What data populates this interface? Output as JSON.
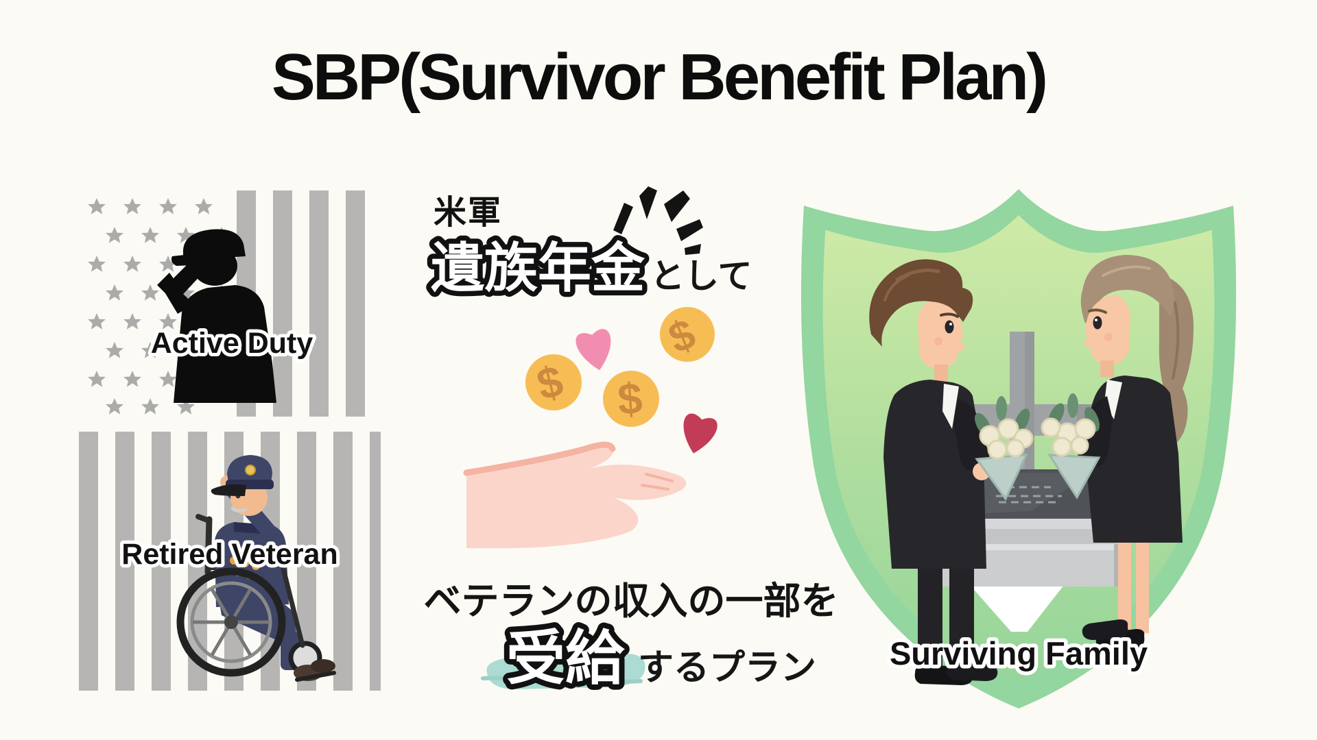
{
  "title": "SBP(Survivor Benefit Plan)",
  "left_panel": {
    "active_duty_label": "Active Duty",
    "retired_veteran_label": "Retired Veteran"
  },
  "center_panel": {
    "kicker": "米軍",
    "pension_emphasis": "遺族年金",
    "pension_suffix": "として",
    "description": "ベテランの収入の一部を",
    "receive_emphasis": "受給",
    "receive_suffix": "するプラン"
  },
  "right_panel": {
    "surviving_family_label": "Surviving Family"
  },
  "currency_symbol": "$",
  "colors": {
    "background": "#FCFAF4",
    "ink": "#111111",
    "flag_gray": "#A6A6A6",
    "coin_gold": "#F7BD55",
    "coin_symbol": "#CB8A3E",
    "heart_pink": "#F18DB0",
    "heart_red": "#C23B57",
    "hand_pink": "#FBD5CA",
    "hand_shadow": "#F4B3A3",
    "highlight_teal": "#ABDBD3",
    "shield_green": "#93D69F",
    "shield_inner_light": "#CFEAA6",
    "uniform_navy": "#3E4566",
    "suit_black": "#27272B",
    "stone_gray": "#A0A3A6",
    "tomb_dark": "#4F5256"
  }
}
